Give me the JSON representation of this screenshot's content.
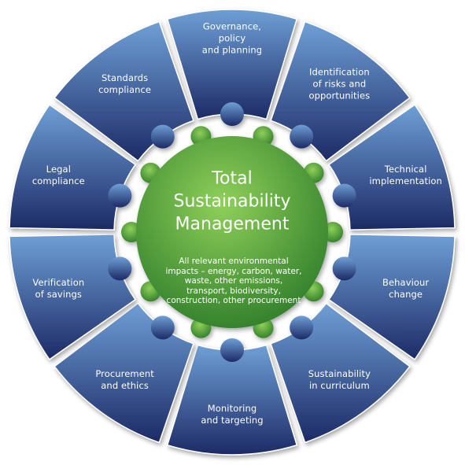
{
  "center": {
    "title": "Total\nSustainability\nManagement",
    "description": "All relevant environmental impacts – energy, carbon, water, waste, other emissions, transport, biodiversity, construction, other procurement"
  },
  "segments": [
    {
      "label": "Governance, policy\nand planning"
    },
    {
      "label": "Identification\nof risks and\nopportunities"
    },
    {
      "label": "Technical\nimplementation"
    },
    {
      "label": "Behaviour\nchange"
    },
    {
      "label": "Sustainability\nin curriculum"
    },
    {
      "label": "Monitoring\nand targeting"
    },
    {
      "label": "Procurement\nand ethics"
    },
    {
      "label": "Verification\nof savings"
    },
    {
      "label": "Legal\ncompliance"
    },
    {
      "label": "Standards\ncompliance"
    }
  ],
  "colors": {
    "segment_light": "#6f9fd6",
    "segment_dark": "#1c2a66",
    "hub_light": "#8fd05a",
    "hub_dark": "#2f7d2a"
  }
}
